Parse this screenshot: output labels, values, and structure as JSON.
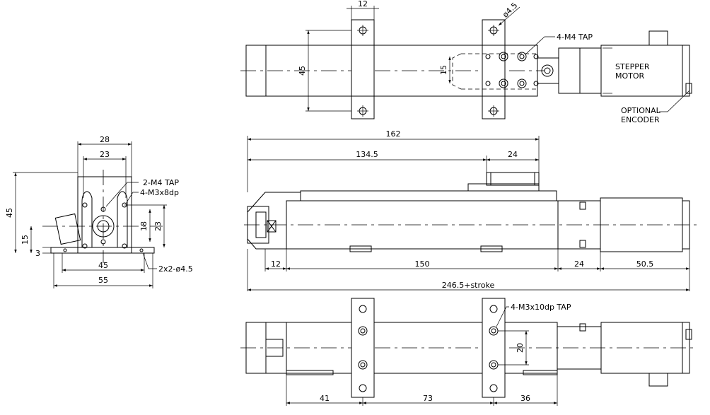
{
  "top_view": {
    "dim_tab_width": "12",
    "dim_hole_dia": "ø4.5",
    "dim_tap": "4-M4  TAP",
    "dim_tab_span": "45",
    "dim_tap_span": "15",
    "motor_label_1": "STEPPER",
    "motor_label_2": "MOTOR",
    "encoder_label_1": "OPTIONAL",
    "encoder_label_2": "ENCODER"
  },
  "end_view": {
    "dim_width_top": "28",
    "dim_width_inner": "23",
    "tap_label": "2-M4  TAP",
    "tap_label_2": "4-M3x8dp",
    "dim_height": "45",
    "dim_center_height": "15",
    "dim_base": "3",
    "dim_18": "18",
    "dim_23": "23",
    "dim_hole_span": "45",
    "dim_total_width": "55",
    "hole_label": "2x2-ø4.5"
  },
  "side_view": {
    "dim_162": "162",
    "dim_134_5": "134.5",
    "dim_24_top": "24",
    "dim_12": "12",
    "dim_150": "150",
    "dim_24": "24",
    "dim_50_5": "50.5",
    "dim_total": "246.5+stroke"
  },
  "bottom_view": {
    "tap_label": "4-M3x10dp  TAP",
    "dim_20": "20",
    "dim_41": "41",
    "dim_73": "73",
    "dim_36": "36"
  }
}
